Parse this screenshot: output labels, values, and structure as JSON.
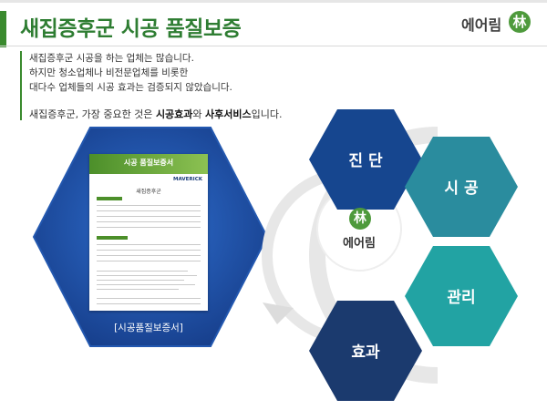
{
  "header": {
    "title": "새집증후군 시공 품질보증",
    "logo_text": "에어림",
    "logo_mark": "林"
  },
  "description": {
    "line1": "새집증후군 시공을 하는 업체는 많습니다.",
    "line2": "하지만 청소업체나 비전문업체를 비롯한",
    "line3": "대다수 업체들의 시공 효과는 검증되지 않았습니다.",
    "line4_prefix": "새집증후군, 가장 중요한 것은 ",
    "line4_b1": "시공효과",
    "line4_mid": "와 ",
    "line4_b2": "사후서비스",
    "line4_suffix": "입니다."
  },
  "certificate": {
    "header": "시공 품질보증서",
    "brand": "MAVERICK",
    "subtitle": "새집증후군",
    "caption": "[시공품질보증서]"
  },
  "process": {
    "steps": [
      {
        "label": "진 단",
        "color": "#16468f"
      },
      {
        "label": "시 공",
        "color": "#2a8c9e"
      },
      {
        "label": "관리",
        "color": "#22a3a3"
      },
      {
        "label": "효과",
        "color": "#1b3a6e"
      }
    ],
    "center_logo_text": "에어림",
    "center_logo_mark": "林"
  },
  "colors": {
    "accent_green": "#2e7d32",
    "big_hex": "#1e55b3"
  }
}
